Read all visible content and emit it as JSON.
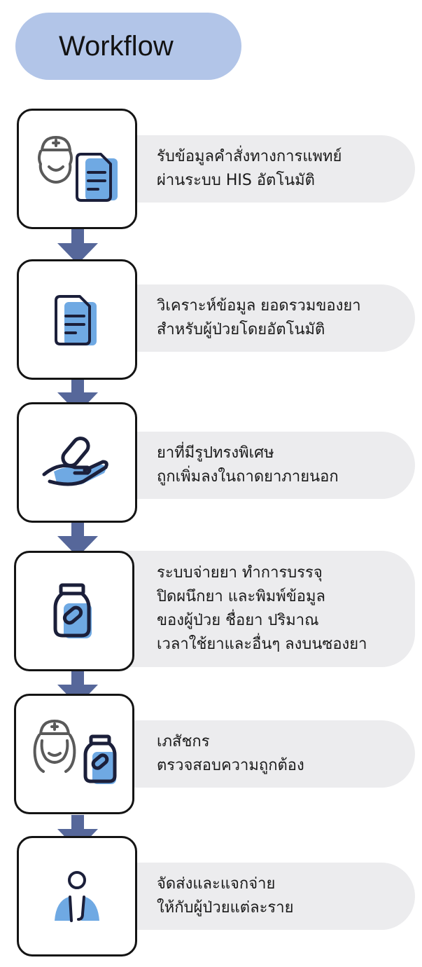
{
  "title": "Workflow",
  "colors": {
    "pill": "#b2c5e8",
    "arrow": "#56679a",
    "label_bg": "#ececee",
    "icon_fill": "#6fa9e3",
    "icon_stroke": "#1b1f3a"
  },
  "steps": [
    {
      "icon": "doctor-with-document-icon",
      "lines": [
        "รับข้อมูลคำสั่งทางการแพทย์",
        "ผ่านระบบ HIS อัตโนมัติ"
      ]
    },
    {
      "icon": "document-icon",
      "lines": [
        "วิเคราะห์ข้อมูล ยอดรวมของยา",
        "สำหรับผู้ป่วยโดยอัตโนมัติ"
      ]
    },
    {
      "icon": "hand-with-pill-icon",
      "lines": [
        "ยาที่มีรูปทรงพิเศษ",
        "ถูกเพิ่มลงในถาดยาภายนอก"
      ]
    },
    {
      "icon": "medicine-bottle-icon",
      "lines": [
        "ระบบจ่ายยา ทำการบรรจุ",
        "ปิดผนึกยา และพิมพ์ข้อมูล",
        "ของผู้ป่วย ชื่อยา ปริมาณ",
        "เวลาใช้ยาและอื่นๆ ลงบนซองยา"
      ]
    },
    {
      "icon": "nurse-with-bottle-icon",
      "lines": [
        "เภสัชกร",
        "ตรวจสอบความถูกต้อง"
      ]
    },
    {
      "icon": "patient-icon",
      "lines": [
        "จัดส่งและแจกจ่าย",
        "ให้กับผู้ป่วยแต่ละราย"
      ]
    }
  ]
}
